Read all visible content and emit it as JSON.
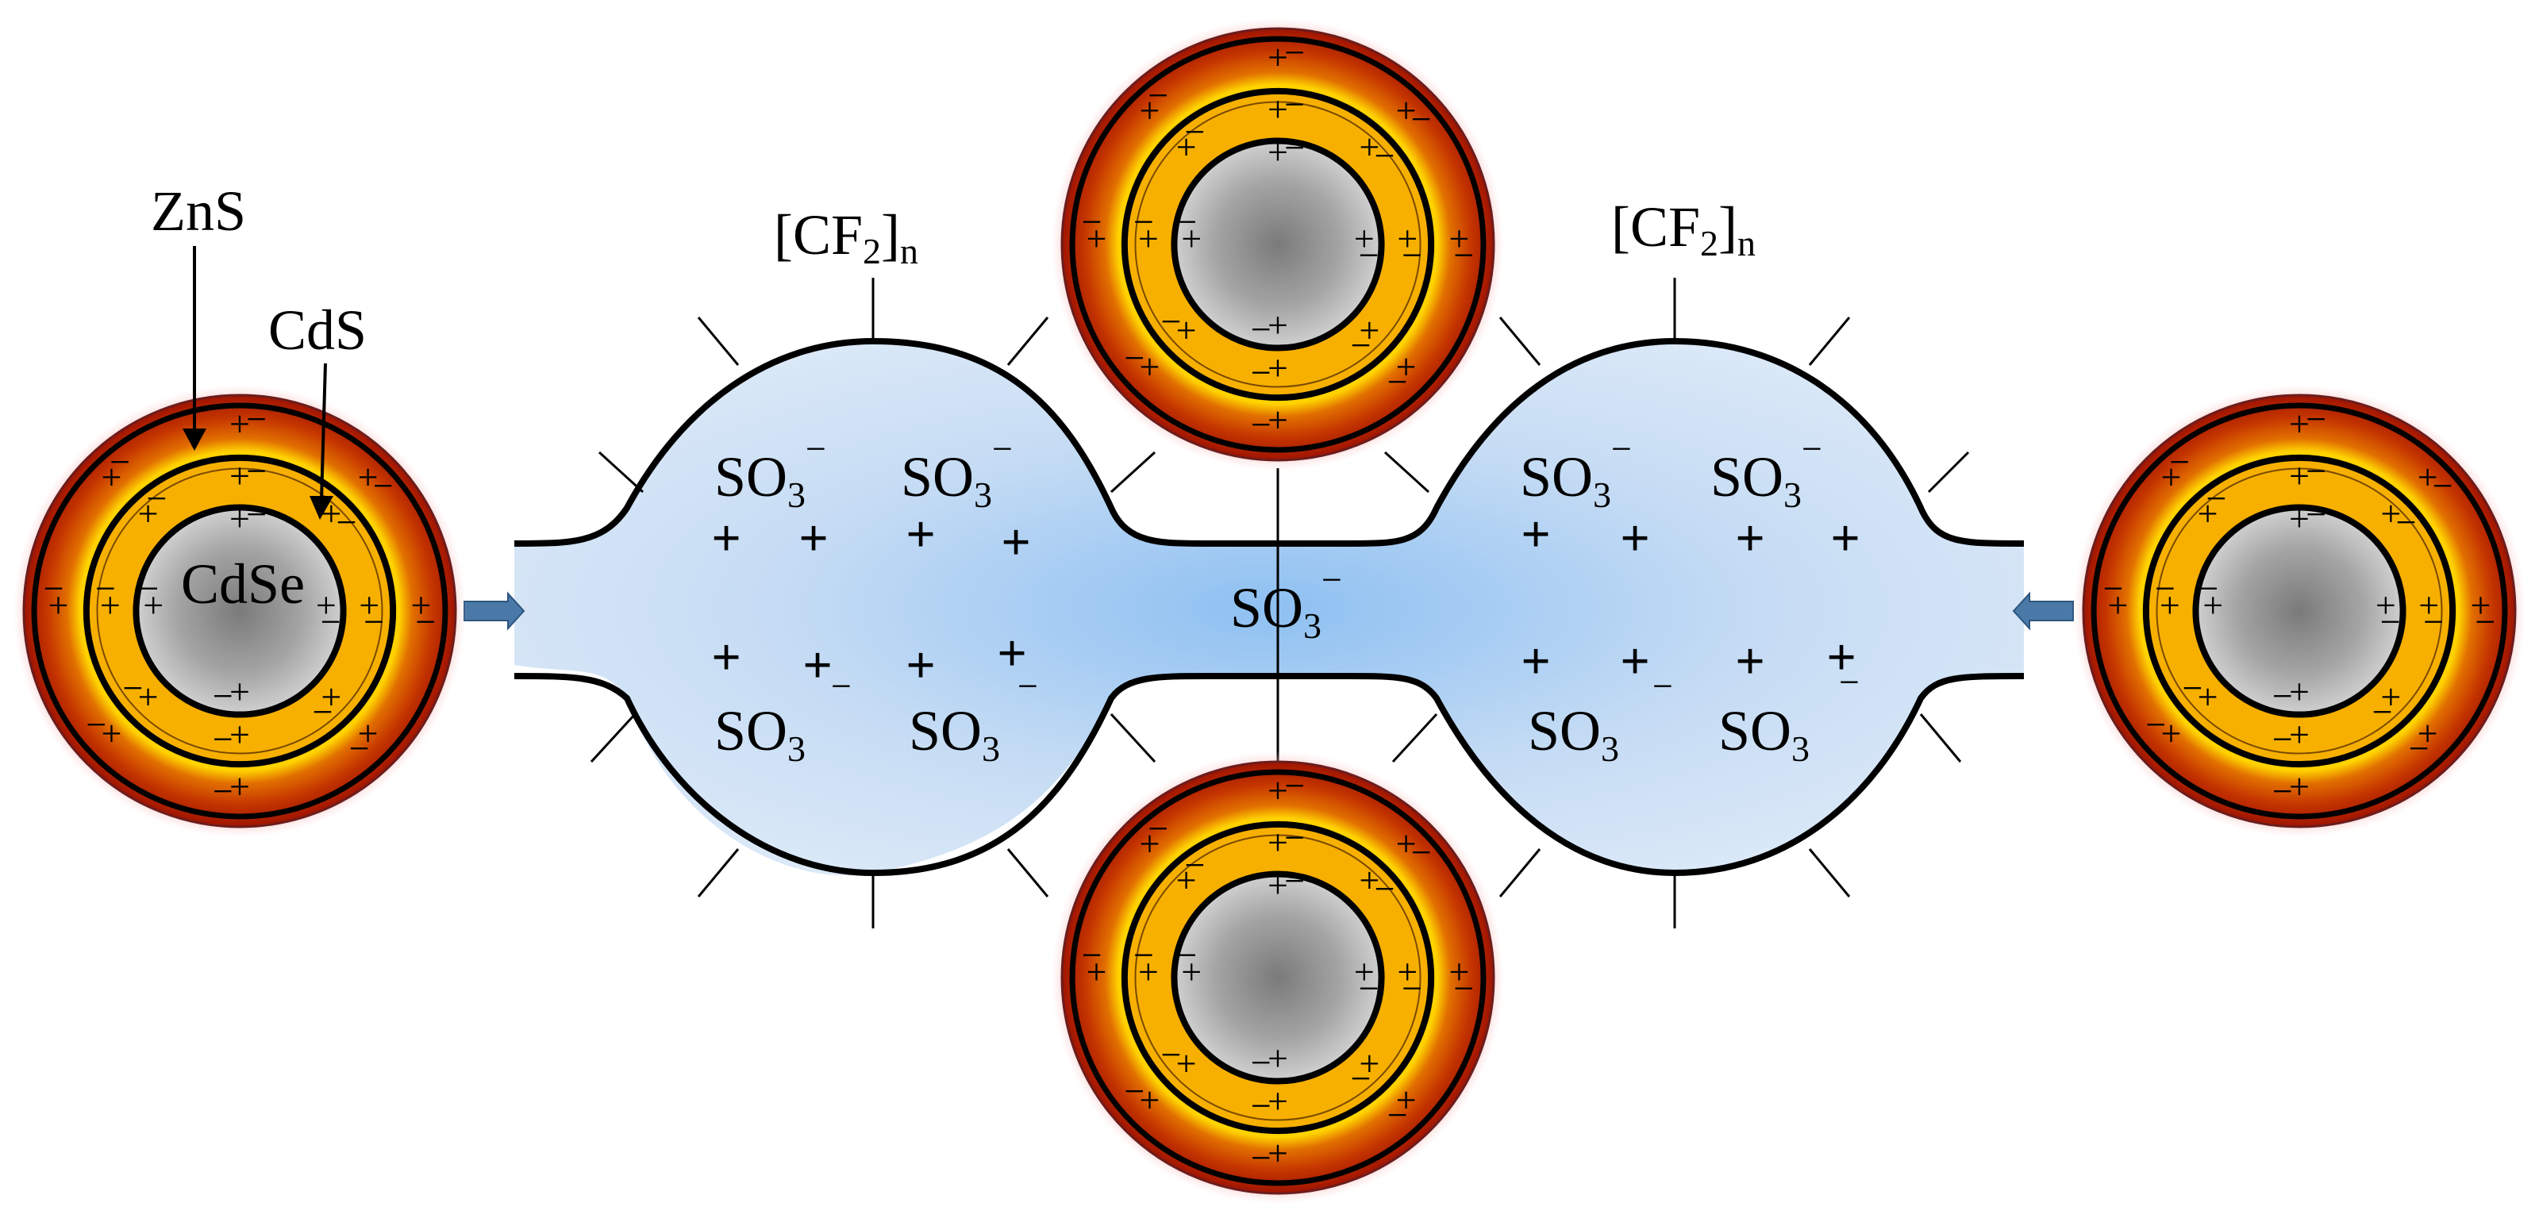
{
  "labels": {
    "zns": "ZnS",
    "cds": "CdS",
    "cdse": "CdSe"
  },
  "polymer": {
    "backbone": "[CF",
    "backbone_sub": "2",
    "backbone_close": "]",
    "backbone_n": "n",
    "group": "SO",
    "group_sub": "3",
    "minus": "−",
    "plus": "+"
  },
  "colors": {
    "outer_shell": "#a51c00",
    "middle_shell": "#f7ae00",
    "core": "#9a9a9a",
    "channel": "#c8ddf3",
    "arrow": "#4a79a8"
  }
}
